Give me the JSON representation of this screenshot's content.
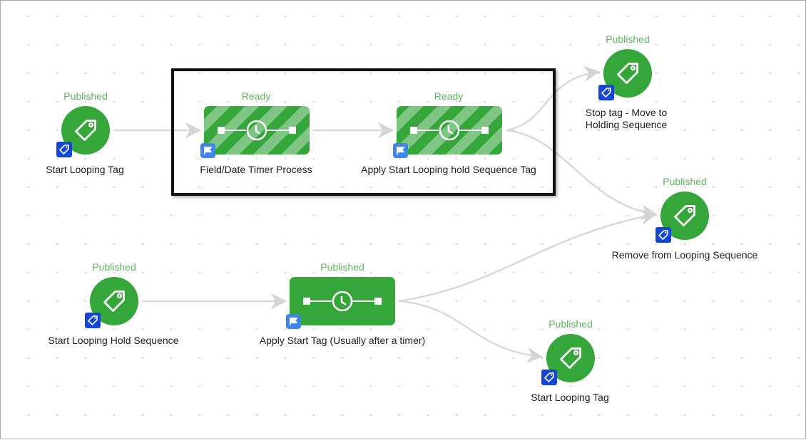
{
  "canvas": {
    "title": "Automation workflow canvas"
  },
  "colors": {
    "node_green": "#34a63a",
    "status_green": "#5cb85c",
    "tag_badge_blue": "#1446d6",
    "flag_badge_blue": "#3b87ef",
    "edge_gray": "#d9d9d9",
    "highlight_border": "#111111"
  },
  "nodes": [
    {
      "id": "n1",
      "type": "tag",
      "status": "Published",
      "label": "Start Looping Tag",
      "icon": "tag-icon",
      "badge": "tag-badge-icon"
    },
    {
      "id": "n2",
      "type": "timer",
      "status": "Ready",
      "label": "Field/Date Timer Process",
      "icon": "clock-icon",
      "badge": "flag-icon",
      "style": "striped"
    },
    {
      "id": "n3",
      "type": "timer",
      "status": "Ready",
      "label": "Apply Start Looping hold Sequence Tag",
      "icon": "clock-icon",
      "badge": "flag-icon",
      "style": "striped"
    },
    {
      "id": "n4",
      "type": "tag",
      "status": "Published",
      "label_line1": "Stop tag - Move to",
      "label_line2": "Holding Sequence",
      "icon": "tag-icon",
      "badge": "tag-badge-icon"
    },
    {
      "id": "n5",
      "type": "tag",
      "status": "Published",
      "label": "Remove from Looping Sequence",
      "icon": "tag-icon",
      "badge": "tag-badge-icon"
    },
    {
      "id": "n6",
      "type": "tag",
      "status": "Published",
      "label": "Start Looping Hold Sequence",
      "icon": "tag-icon",
      "badge": "tag-badge-icon"
    },
    {
      "id": "n7",
      "type": "timer",
      "status": "Published",
      "label": "Apply Start Tag (Usually after a timer)",
      "icon": "clock-icon",
      "badge": "flag-icon",
      "style": "solid"
    },
    {
      "id": "n8",
      "type": "tag",
      "status": "Published",
      "label": "Start Looping Tag",
      "icon": "tag-icon",
      "badge": "tag-badge-icon"
    }
  ],
  "edges": [
    {
      "from": "n1",
      "to": "n2"
    },
    {
      "from": "n2",
      "to": "n3"
    },
    {
      "from": "n3",
      "to": "n4"
    },
    {
      "from": "n3",
      "to": "n5"
    },
    {
      "from": "n6",
      "to": "n7"
    },
    {
      "from": "n7",
      "to": "n5"
    },
    {
      "from": "n7",
      "to": "n8"
    }
  ],
  "highlight": {
    "nodes": [
      "n2",
      "n3"
    ]
  }
}
